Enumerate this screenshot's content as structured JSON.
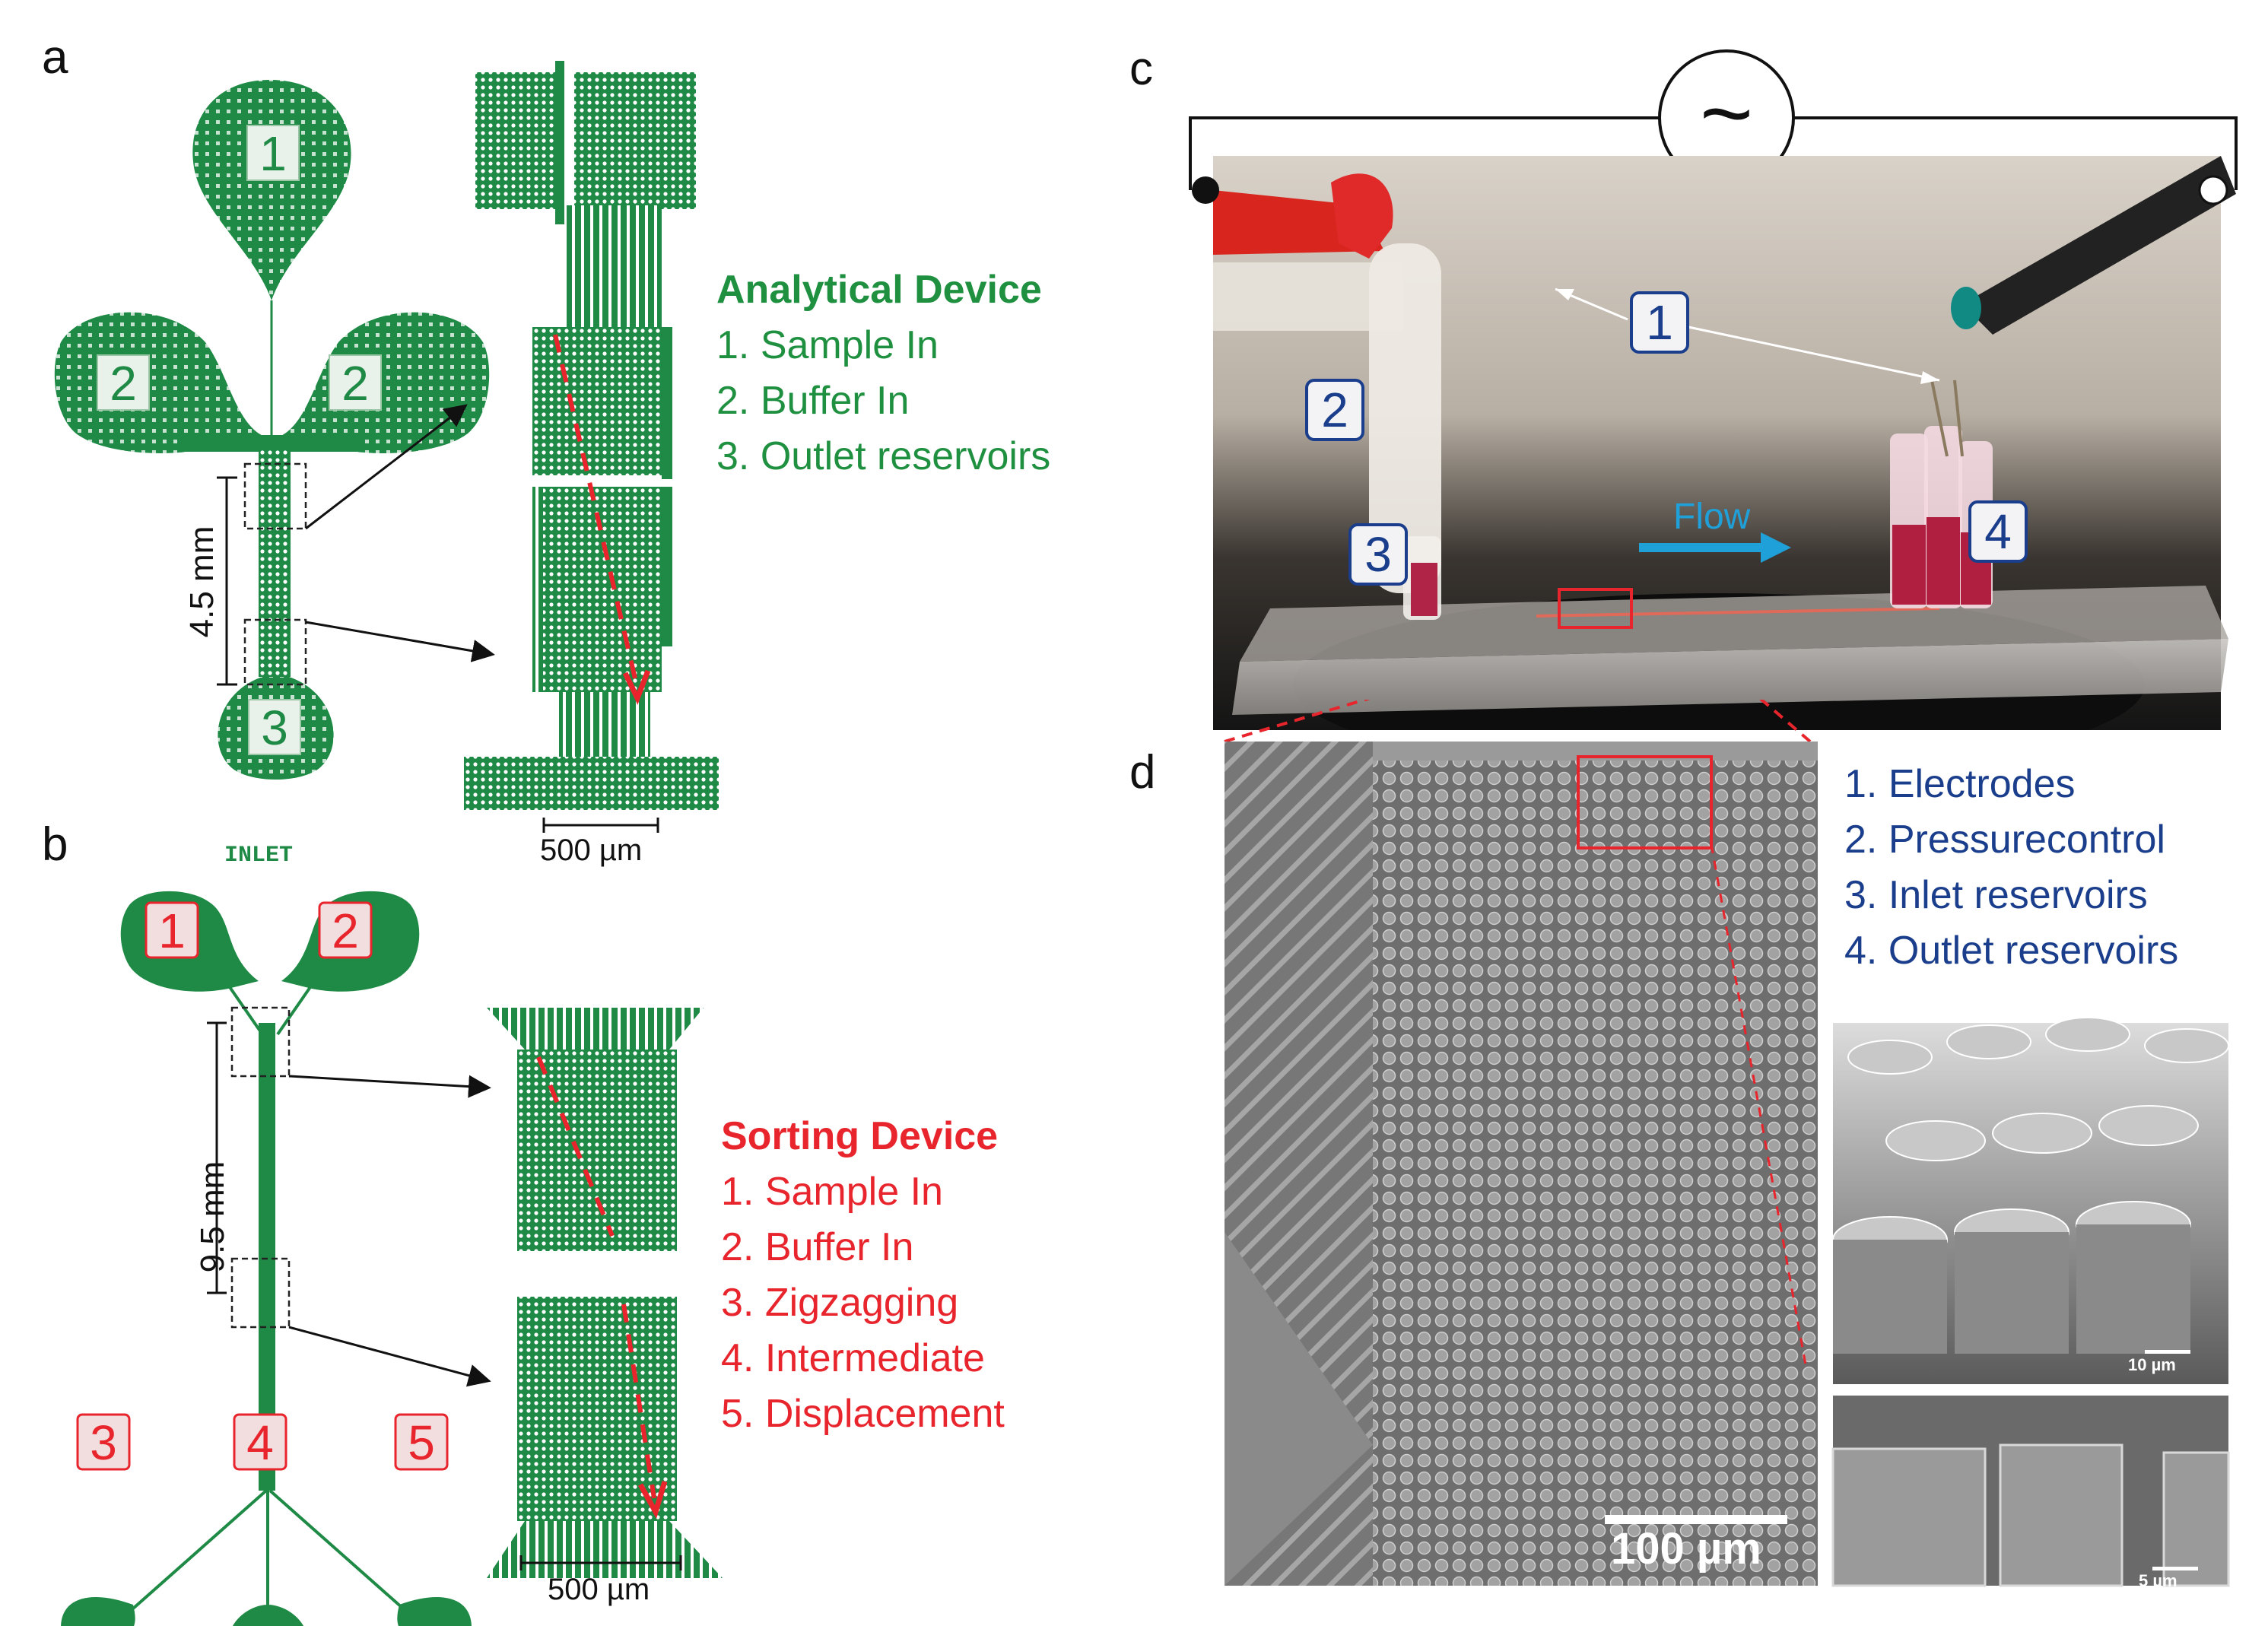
{
  "panels": {
    "a": {
      "letter": "a",
      "reservoir_labels": [
        "1",
        "2",
        "2",
        "3"
      ],
      "dimension": "4.5 mm",
      "scale_bar": "500 µm",
      "legend_title": "Analytical Device",
      "legend_items": [
        "1. Sample In",
        "2. Buffer In",
        "3. Outlet reservoirs"
      ]
    },
    "b": {
      "letter": "b",
      "inlet_text": "INLET",
      "reservoir_labels": [
        "1",
        "2",
        "3",
        "4",
        "5"
      ],
      "dimension": "9.5 mm",
      "scale_bar": "500 µm",
      "legend_title": "Sorting Device",
      "legend_items": [
        "1. Sample In",
        "2. Buffer In",
        "3. Zigzagging",
        "4. Intermediate",
        "5. Displacement"
      ]
    },
    "c": {
      "letter": "c",
      "ac_symbol": "~",
      "flow_label": "Flow",
      "callouts": [
        "1",
        "2",
        "3",
        "4"
      ]
    },
    "d": {
      "letter": "d",
      "scale_main": "100 µm",
      "scale_inset_top": "10 µm",
      "scale_inset_bottom": "5 µm",
      "legend_items": [
        "1. Electrodes",
        "2. Pressurecontrol",
        "3. Inlet reservoirs",
        "4. Outlet reservoirs"
      ]
    }
  },
  "colors": {
    "device_green": "#1e8a45",
    "legend_green": "#1e9040",
    "sorting_red": "#e8242c",
    "legend_blue": "#1a3e8c",
    "flow_blue": "#1fa0d8"
  }
}
